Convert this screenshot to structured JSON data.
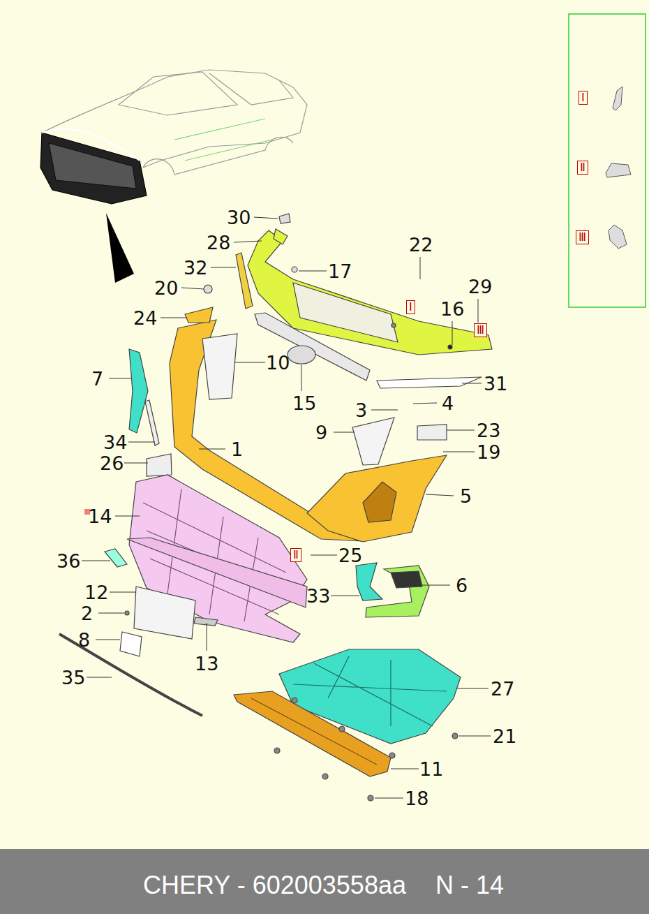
{
  "diagram": {
    "nodes": [
      {
        "text": [
          "Ⅰ"
        ]
      },
      {
        "text": [
          "Ⅱ"
        ]
      },
      {
        "text": [
          "Ⅲ"
        ]
      },
      {
        "text": [
          "Ⅰ"
        ]
      },
      {
        "text": [
          "Ⅲ"
        ]
      },
      {
        "text": [
          "Ⅱ"
        ]
      },
      {
        "text": [
          "CHERY - 602003558aa",
          "N - 14"
        ]
      }
    ],
    "edges": [],
    "labels": [
      "30",
      "28",
      "32",
      "20",
      "24",
      "17",
      "22",
      "29",
      "16",
      "10",
      "7",
      "15",
      "31",
      "3",
      "4",
      "9",
      "23",
      "19",
      "34",
      "1",
      "26",
      "5",
      "14",
      "25",
      "36",
      "33",
      "6",
      "12",
      "2",
      "8",
      "13",
      "35",
      "27",
      "21",
      "11",
      "18"
    ]
  }
}
